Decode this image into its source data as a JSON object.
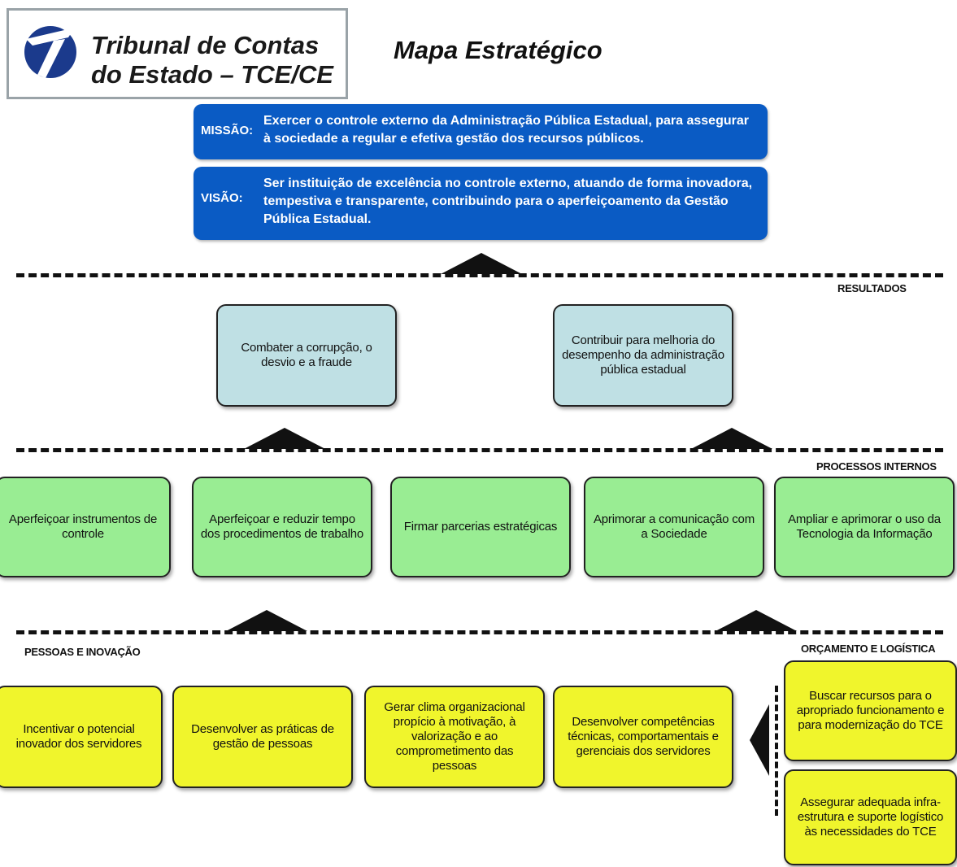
{
  "header": {
    "org_line1": "Tribunal de Contas",
    "org_line2": "do Estado – TCE/CE",
    "title": "Mapa Estratégico"
  },
  "mission": {
    "label": "MISSÃO:",
    "text": "Exercer o controle externo da Administração Pública Estadual, para assegurar à sociedade a regular e efetiva gestão dos recursos públicos."
  },
  "vision": {
    "label": "VISÃO:",
    "text": "Ser instituição de excelência no controle externo, atuando de forma inovadora, tempestiva e transparente, contribuindo para o aperfeiçoamento da Gestão Pública Estadual."
  },
  "sections": {
    "resultados": "RESULTADOS",
    "processos": "PROCESSOS INTERNOS",
    "pessoas": "PESSOAS E INOVAÇÃO",
    "orcamento": "ORÇAMENTO E LOGÍSTICA"
  },
  "resultados": [
    "Combater a corrupção, o desvio e a fraude",
    "Contribuir para melhoria do desempenho da administração pública estadual"
  ],
  "processos": [
    "Aperfeiçoar instrumentos de controle",
    "Aperfeiçoar e reduzir tempo dos procedimentos de trabalho",
    "Firmar parcerias estratégicas",
    "Aprimorar a comunicação com a Sociedade",
    "Ampliar e aprimorar o uso da Tecnologia da Informação"
  ],
  "pessoas": [
    "Incentivar o potencial inovador dos servidores",
    "Desenvolver as práticas de gestão de pessoas",
    "Gerar clima organizacional propício à motivação, à valorização e ao comprometimento das pessoas",
    "Desenvolver competências técnicas, comportamentais e gerenciais dos servidores"
  ],
  "orcamento": [
    "Buscar recursos para o apropriado funcionamento e para modernização do TCE",
    "Assegurar adequada infra-estrutura e suporte logístico às necessidades do TCE"
  ],
  "colors": {
    "mission_blue": "#0a5bc4",
    "resultados_fill": "#bfe0e4",
    "processos_fill": "#99ed93",
    "pessoas_fill": "#f0f52c"
  }
}
